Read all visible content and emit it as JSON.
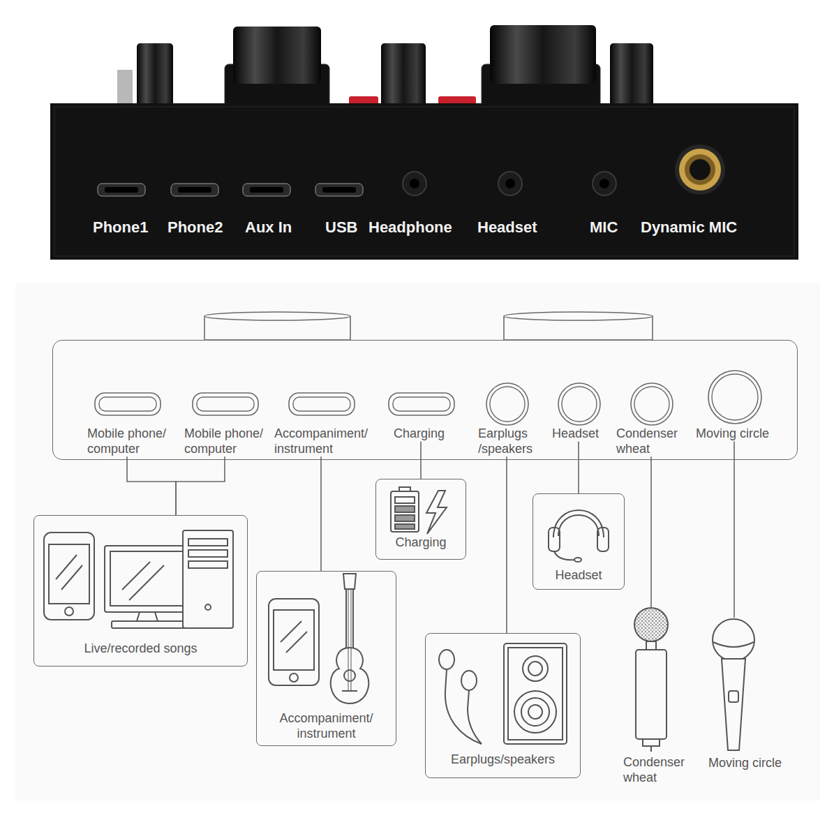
{
  "diagram": {
    "nodes": [
      {
        "text": []
      },
      {
        "text": [
          "Mobile phone/ computer"
        ],
        "in": 0
      },
      {
        "text": [
          "Mobile phone/ computer"
        ],
        "in": 0
      },
      {
        "text": [
          "Accompaniment/ instrument"
        ],
        "in": 0
      },
      {
        "text": [
          "Charging"
        ],
        "in": 0
      },
      {
        "text": [
          "Earplugs /speakers"
        ],
        "in": 0
      },
      {
        "text": [
          "Headset"
        ],
        "in": 0
      },
      {
        "text": [
          "Condenser wheat"
        ],
        "in": 0
      },
      {
        "text": [
          "Moving circle"
        ],
        "in": 0
      },
      {
        "text": [
          "Live/recorded songs"
        ]
      },
      {
        "text": [
          "Accompaniment/ instrument"
        ]
      },
      {
        "text": [
          "Charging"
        ]
      },
      {
        "text": [
          "Headset"
        ]
      },
      {
        "text": [
          "Earplugs/speakers"
        ]
      },
      {
        "text": [
          "Condenser wheat"
        ]
      },
      {
        "text": [
          "Moving circle"
        ]
      }
    ],
    "edges": [
      {
        "from": 1,
        "to": 9,
        "arrow": "none"
      },
      {
        "from": 2,
        "to": 9,
        "arrow": "none"
      },
      {
        "from": 3,
        "to": 10,
        "arrow": "none"
      },
      {
        "from": 4,
        "to": 11,
        "arrow": "none"
      },
      {
        "from": 5,
        "to": 13,
        "arrow": "none"
      },
      {
        "from": 6,
        "to": 12,
        "arrow": "none"
      },
      {
        "from": 7,
        "to": 14,
        "arrow": "none"
      },
      {
        "from": 8,
        "to": 15,
        "arrow": "none"
      }
    ],
    "labels": [
      "Phone1",
      "Phone2",
      "Aux In",
      "USB",
      "Headphone",
      "Headset",
      "MIC",
      "Dynamic MIC"
    ]
  }
}
